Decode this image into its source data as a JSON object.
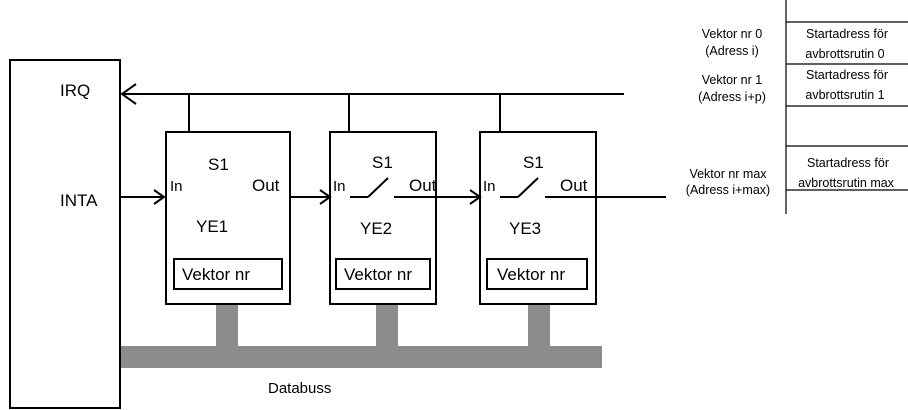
{
  "cpu": {
    "irq_label": "IRQ",
    "inta_label": "INTA"
  },
  "units": [
    {
      "switch_label": "S1",
      "in_label": "In",
      "out_label": "Out",
      "name": "YE1",
      "vector_label": "Vektor nr"
    },
    {
      "switch_label": "S1",
      "in_label": "In",
      "out_label": "Out",
      "name": "YE2",
      "vector_label": "Vektor nr"
    },
    {
      "switch_label": "S1",
      "in_label": "In",
      "out_label": "Out",
      "name": "YE3",
      "vector_label": "Vektor nr"
    }
  ],
  "bus_label": "Databuss",
  "vector_table": [
    {
      "left_line1": "Vektor nr 0",
      "left_line2": "(Adress i)",
      "cell_line1": "Startadress för",
      "cell_line2": "avbrottsrutin 0"
    },
    {
      "left_line1": "Vektor nr 1",
      "left_line2": "(Adress i+p)",
      "cell_line1": "Startadress för",
      "cell_line2": "avbrottsrutin 1"
    },
    {
      "left_line1": "Vektor nr max",
      "left_line2": "(Adress i+max)",
      "cell_line1": "Startadress för",
      "cell_line2": "avbrottsrutin max"
    }
  ]
}
